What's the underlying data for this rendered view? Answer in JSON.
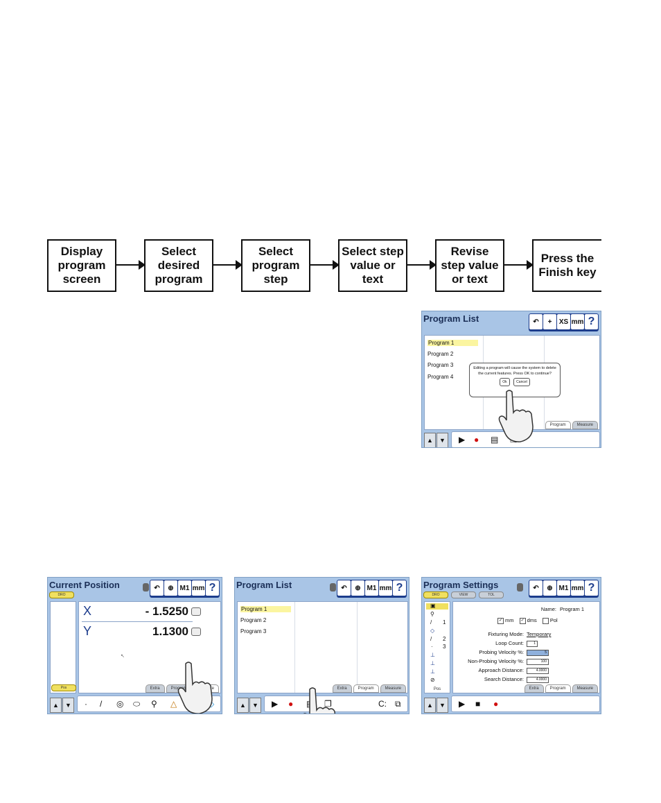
{
  "flow": {
    "steps": [
      "Display\nprogram\nscreen",
      "Select\ndesired\nprogram",
      "Select\nprogram\nstep",
      "Select step\nvalue or\ntext",
      "Revise\nstep value\nor text",
      "Press the\nFinish key"
    ]
  },
  "screen_top": {
    "title": "Program List",
    "toolbar": {
      "zoom": "XS",
      "units": "mm",
      "help": "?"
    },
    "items": [
      "Program 1",
      "Program 2",
      "Program 3",
      "Program 4"
    ],
    "dialog": {
      "text": "Editing a program will cause the system to delete the current features.  Press OK to continue?",
      "ok": "Ok",
      "cancel": "Cancel"
    },
    "tabs": [
      "Program",
      "Measure"
    ]
  },
  "screen_current": {
    "title": "Current Position",
    "tab_drc": "DRO",
    "toolbar": {
      "m": "M1",
      "units": "mm",
      "help": "?"
    },
    "x_label": "X",
    "x_value": "- 1.5250",
    "y_label": "Y",
    "y_value": "1.1300",
    "pos": "Pos",
    "tabs": [
      "Extra",
      "Program",
      "Measure"
    ]
  },
  "screen_list": {
    "title": "Program List",
    "toolbar": {
      "m": "M1",
      "units": "mm",
      "help": "?"
    },
    "items": [
      "Program 1",
      "Program 2",
      "Program 3"
    ],
    "tabs": [
      "Extra",
      "Program",
      "Measure"
    ],
    "c_label": "C:"
  },
  "screen_settings": {
    "title": "Program Settings",
    "toolbar": {
      "m": "M1",
      "units": "mm",
      "help": "?"
    },
    "top_tabs": [
      "DRO",
      "VIEW",
      "TOL"
    ],
    "name_label": "Name:",
    "name_value": "Program 1",
    "chk_mm": "mm",
    "chk_dms": "dms",
    "chk_pol": "Pol",
    "fixturing_label": "Fixturing Mode:",
    "fixturing_value": "Temporary",
    "loop_label": "Loop Count:",
    "loop_value": "1",
    "probing_label": "Probing Velocity %:",
    "probing_value": "5",
    "nonprobing_label": "Non-Probing Velocity %:",
    "nonprobing_value": "100",
    "approach_label": "Approach Distance:",
    "approach_value": "4.0000",
    "search_label": "Search Distance:",
    "search_value": "4.0000",
    "side_numbers": [
      "1",
      "2",
      "3"
    ],
    "pos": "Pos",
    "tabs": [
      "Extra",
      "Program",
      "Measure"
    ]
  },
  "colors": {
    "screen_bg": "#a9c5e6",
    "title_text": "#1b2f57",
    "toolbar": "#1c3c8c",
    "highlight": "#fbf5a0",
    "record": "#d01010"
  }
}
